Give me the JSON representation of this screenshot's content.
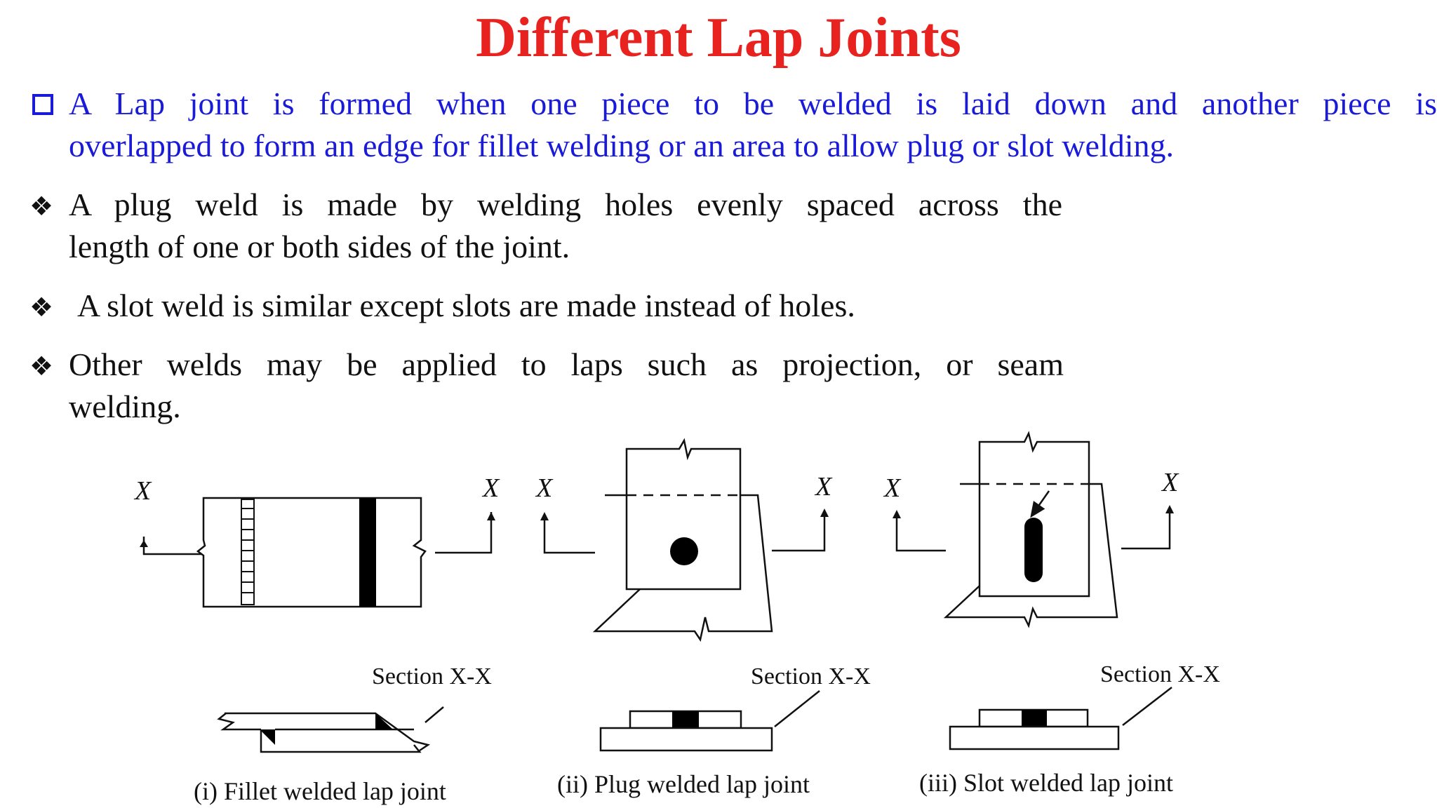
{
  "slide": {
    "title": "Different Lap Joints",
    "intro": {
      "line1": "A Lap joint is formed when one piece to be welded is laid down and another piece is",
      "line2": "overlapped to form an edge for fillet welding or an area to allow plug or slot welding."
    },
    "bullets": [
      {
        "line1": "A plug weld is made by welding holes evenly spaced across the",
        "line2": "length of one or both sides of the joint."
      },
      {
        "line1": "A slot weld is similar except slots are made instead of holes."
      },
      {
        "line1": "Other welds may be applied to laps such as projection, or seam",
        "line2": "welding."
      }
    ]
  },
  "figure": {
    "section_mark": "X",
    "section_label": "Section X-X",
    "captions": [
      "(i) Fillet welded lap joint",
      "(ii) Plug welded lap joint",
      "(iii) Slot welded lap joint"
    ]
  },
  "colors": {
    "title": "#e8231f",
    "intro_text": "#1a1ad9",
    "body_text": "#111111",
    "weld_fill": "#000000"
  }
}
